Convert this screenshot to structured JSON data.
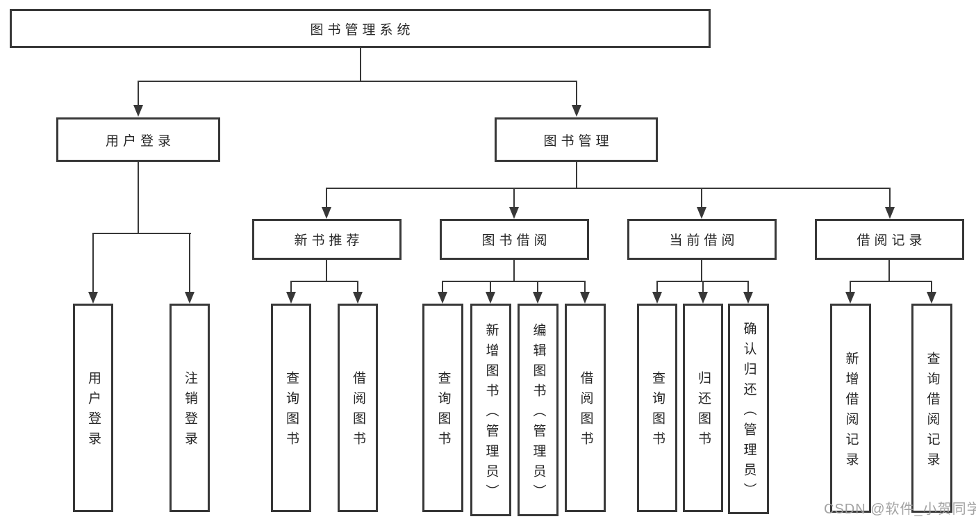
{
  "root": {
    "label": "图书管理系统"
  },
  "branches": [
    {
      "label": "用户登录",
      "children": [
        {
          "label": "用户登录"
        },
        {
          "label": "注销登录"
        }
      ]
    },
    {
      "label": "图书管理",
      "children": [
        {
          "label": "新书推荐",
          "children": [
            {
              "label": "查询图书"
            },
            {
              "label": "借阅图书"
            }
          ]
        },
        {
          "label": "图书借阅",
          "children": [
            {
              "label": "查询图书"
            },
            {
              "label": "新增图书（管理员）"
            },
            {
              "label": "编辑图书（管理员）"
            },
            {
              "label": "借阅图书"
            }
          ]
        },
        {
          "label": "当前借阅",
          "children": [
            {
              "label": "查询图书"
            },
            {
              "label": "归还图书"
            },
            {
              "label": "确认归还（管理员）"
            }
          ]
        },
        {
          "label": "借阅记录",
          "children": [
            {
              "label": "新增借阅记录"
            },
            {
              "label": "查询借阅记录"
            }
          ]
        }
      ]
    }
  ],
  "watermark": {
    "text": "CSDN @软件_小贺同学"
  },
  "colors": {
    "line": "#383838",
    "text": "#262626",
    "watermark": "#9b9b9b"
  }
}
